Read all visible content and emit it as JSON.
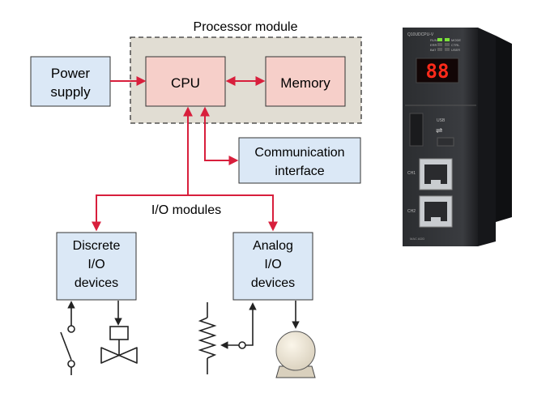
{
  "diagram": {
    "processor_module": {
      "title": "Processor module"
    },
    "power_supply": {
      "line1": "Power",
      "line2": "supply"
    },
    "cpu": {
      "label": "CPU"
    },
    "memory": {
      "label": "Memory"
    },
    "communication_interface": {
      "line1": "Communication",
      "line2": "interface"
    },
    "io_modules": {
      "label": "I/O modules"
    },
    "discrete_io": {
      "line1": "Discrete",
      "line2": "I/O",
      "line3": "devices"
    },
    "analog_io": {
      "line1": "Analog",
      "line2": "I/O",
      "line3": "devices"
    }
  },
  "plc_photo": {
    "status_labels": [
      "RUN",
      "ERR",
      "BAT",
      "MODE",
      "CTRL",
      "USER"
    ],
    "display": "88",
    "ports": [
      "CH1",
      "CH2"
    ]
  },
  "colors": {
    "arrow": "#d81f3c",
    "box_blue": "#dbe8f6",
    "box_pink": "#f6cfc9",
    "module_bg": "#e1ddd3",
    "display_red": "#ff2a1a"
  }
}
